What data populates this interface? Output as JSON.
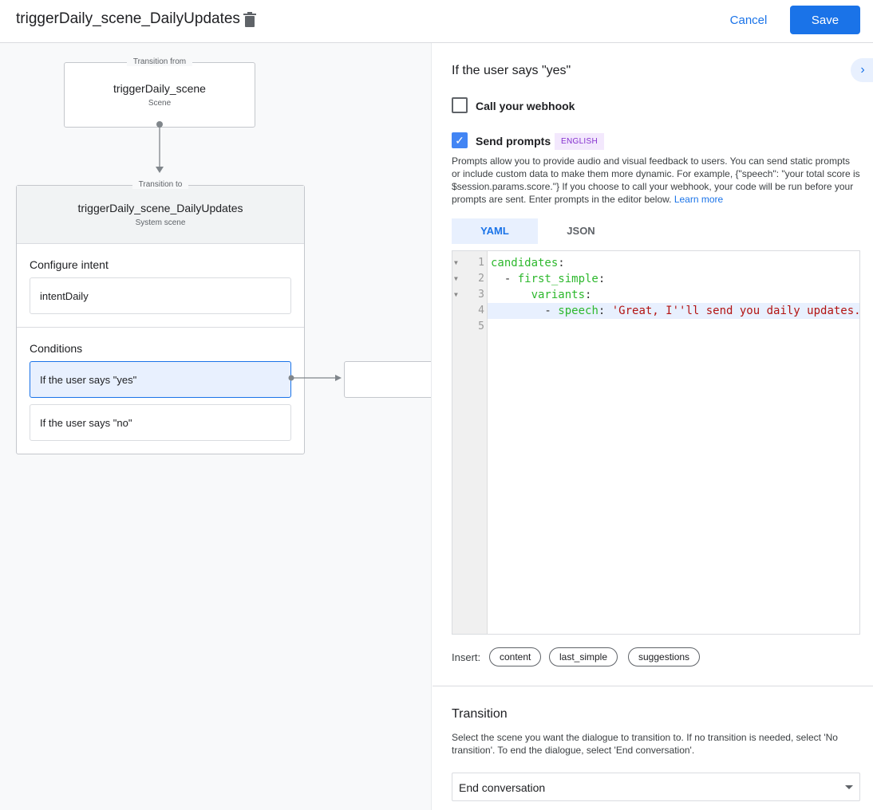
{
  "header": {
    "title": "triggerDaily_scene_DailyUpdates",
    "cancel_label": "Cancel",
    "save_label": "Save"
  },
  "canvas": {
    "from": {
      "legend": "Transition from",
      "name": "triggerDaily_scene",
      "type": "Scene"
    },
    "to": {
      "legend": "Transition to",
      "name": "triggerDaily_scene_DailyUpdates",
      "type": "System scene",
      "intent_title": "Configure intent",
      "intent": "intentDaily",
      "conditions_title": "Conditions",
      "conditions": [
        "If the user says \"yes\"",
        "If the user says \"no\""
      ]
    }
  },
  "panel": {
    "heading": "If the user says \"yes\"",
    "webhook_label": "Call your webhook",
    "webhook_checked": false,
    "prompts_label": "Send prompts",
    "prompts_checked": true,
    "language_badge": "ENGLISH",
    "description": "Prompts allow you to provide audio and visual feedback to users. You can send static prompts or include custom data to make them more dynamic. For example, {\"speech\": \"your total score is $session.params.score.\"} If you choose to call your webhook, your code will be run before your prompts are sent. Enter prompts in the editor below.",
    "learn_more": "Learn more",
    "tabs": [
      "YAML",
      "JSON"
    ],
    "active_tab": "YAML",
    "editor": {
      "line_numbers": [
        "1",
        "2",
        "3",
        "4",
        "5"
      ],
      "lines": [
        [
          "candidates",
          ":"
        ],
        [
          "  - ",
          "first_simple",
          ":"
        ],
        [
          "      ",
          "variants",
          ":"
        ],
        [
          "        - ",
          "speech",
          ": ",
          "'Great, I''ll send you daily updates."
        ],
        []
      ]
    },
    "insert_label": "Insert:",
    "insert_chips": [
      "content",
      "last_simple",
      "suggestions"
    ],
    "transition_title": "Transition",
    "transition_desc": "Select the scene you want the dialogue to transition to. If no transition is needed, select 'No transition'. To end the dialogue, select 'End conversation'.",
    "transition_value": "End conversation"
  },
  "colors": {
    "accent": "#1a73e8",
    "yaml_key": "#2db82d",
    "yaml_string": "#b31412",
    "badge_text": "#8430ce"
  }
}
